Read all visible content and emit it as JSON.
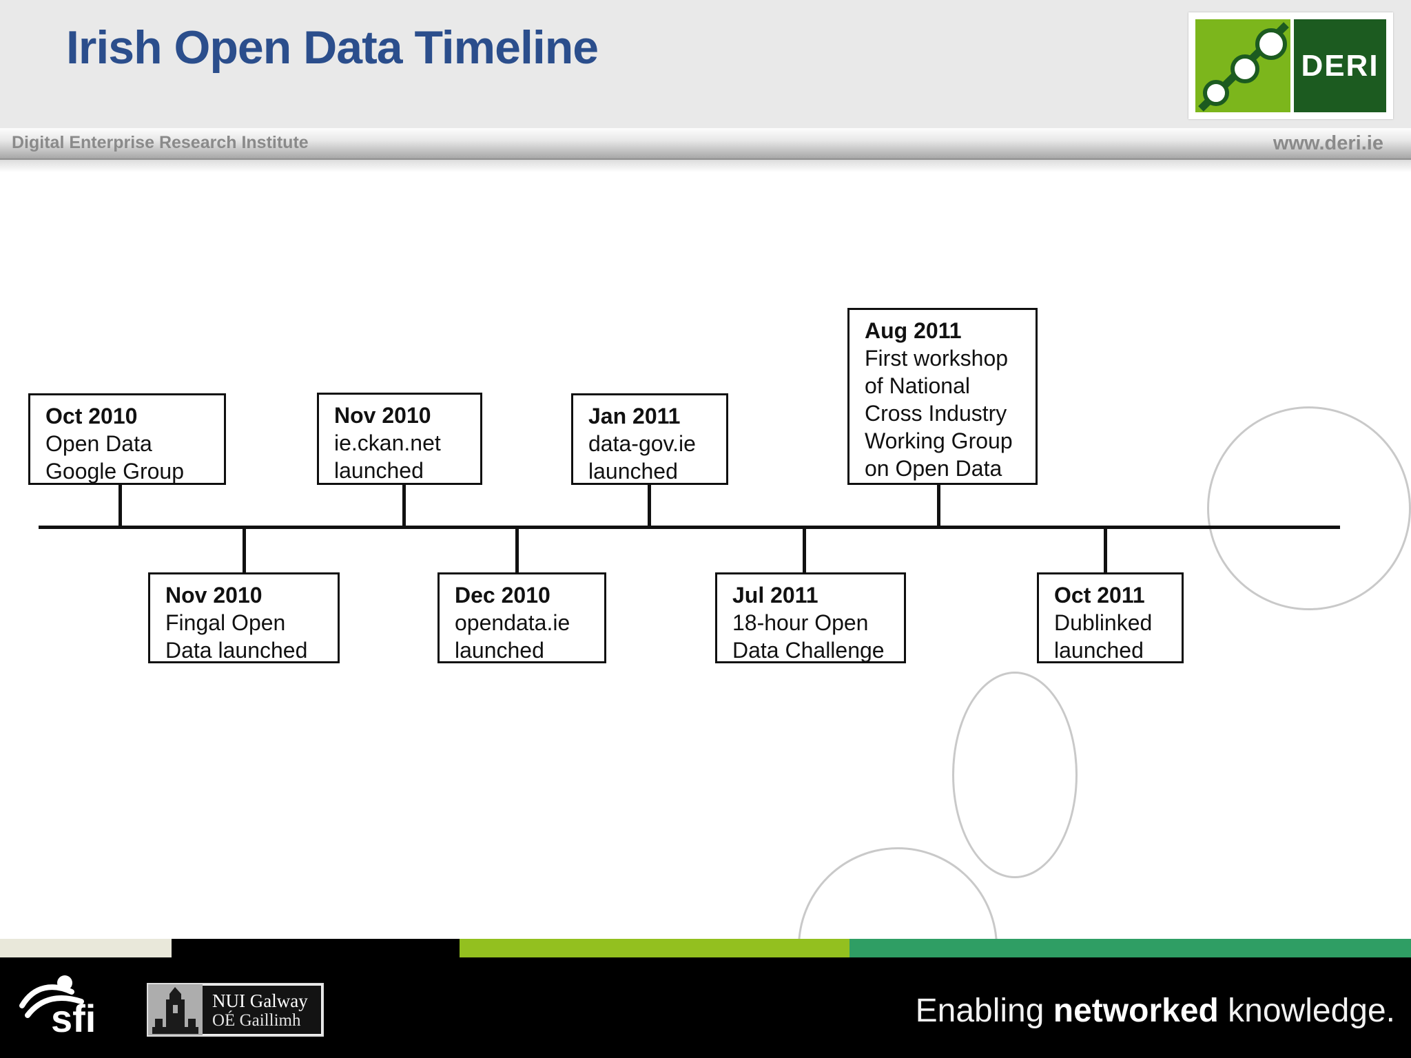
{
  "header": {
    "title": "Irish Open Data Timeline",
    "institute": "Digital Enterprise Research Institute",
    "website": "www.deri.ie",
    "logo_wordmark": "DERI"
  },
  "timeline": {
    "events": [
      {
        "date": "Oct 2010",
        "body": "Open Data\nGoogle Group",
        "position": "above"
      },
      {
        "date": "Nov 2010",
        "body": "ie.ckan.net\nlaunched",
        "position": "above"
      },
      {
        "date": "Jan 2011",
        "body": "data-gov.ie\nlaunched",
        "position": "above"
      },
      {
        "date": "Aug 2011",
        "body": "First workshop\nof National\nCross Industry\nWorking Group\non Open Data",
        "position": "above"
      },
      {
        "date": "Nov 2010",
        "body": "Fingal Open\nData launched",
        "position": "below"
      },
      {
        "date": "Dec 2010",
        "body": "opendata.ie\nlaunched",
        "position": "below"
      },
      {
        "date": "Jul 2011",
        "body": "18-hour Open\nData Challenge",
        "position": "below"
      },
      {
        "date": "Oct 2011",
        "body": "Dublinked\nlaunched",
        "position": "below"
      }
    ]
  },
  "footer": {
    "sfi_text": "sfi",
    "nui_line1": "NUI Galway",
    "nui_line2": "OÉ Gaillimh",
    "tagline_pre": "Enabling ",
    "tagline_bold": "networked",
    "tagline_post": " knowledge."
  },
  "colors": {
    "title_blue": "#2B4E8C",
    "header_gray": "#E9E9E9",
    "logo_bright_green": "#7CB61C",
    "logo_dark_green": "#1C5B20",
    "footer_lime": "#93C01F",
    "footer_teal": "#2F9E64",
    "footer_beige": "#E9E8DA",
    "circle_gray": "#C9C9C9"
  }
}
